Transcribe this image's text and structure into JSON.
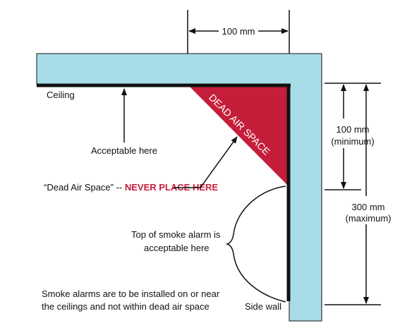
{
  "colors": {
    "structure_fill": "#a8dde8",
    "structure_line": "#111111",
    "dead_air_fill": "#c41e3a",
    "warning_text": "#c41e3a"
  },
  "labels": {
    "dim_width": "100 mm",
    "ceiling": "Ceiling",
    "acceptable_here": "Acceptable here",
    "dead_air_space": "DEAD AIR SPACE",
    "dead_air_callout_prefix": "“Dead Air Space” -- ",
    "dead_air_callout_warning": "NEVER PLACE HERE",
    "dim_min_value": "100 mm",
    "dim_min_qualifier": "(minimum)",
    "dim_max_value": "300 mm",
    "dim_max_qualifier": "(maximum)",
    "top_alarm_line1": "Top of smoke alarm is",
    "top_alarm_line2": "acceptable here",
    "instructions_line1": "Smoke alarms are to be installed on or near",
    "instructions_line2": "the ceilings and not within dead air space",
    "side_wall": "Side wall"
  }
}
